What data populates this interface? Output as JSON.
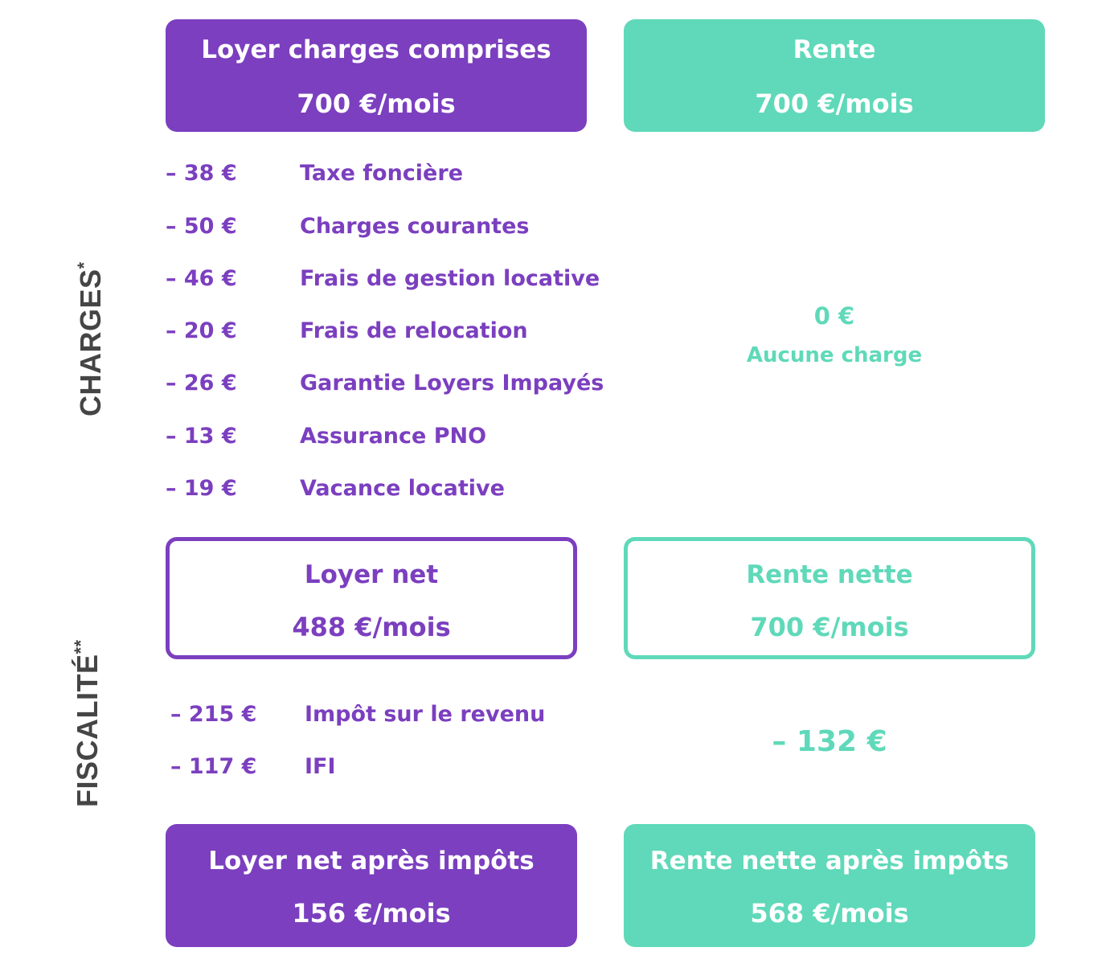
{
  "top": {
    "left": {
      "title": "Loyer charges comprises",
      "value": "700 €/mois"
    },
    "right": {
      "title": "Rente",
      "value": "700 €/mois"
    }
  },
  "charges": {
    "label": "CHARGES",
    "label_mark": "*",
    "items": [
      {
        "amount": "– 38 €",
        "label": "Taxe foncière"
      },
      {
        "amount": "– 50 €",
        "label": "Charges courantes"
      },
      {
        "amount": "– 46 €",
        "label": "Frais de gestion locative"
      },
      {
        "amount": "– 20 €",
        "label": "Frais de relocation"
      },
      {
        "amount": "– 26 €",
        "label": "Garantie Loyers Impayés"
      },
      {
        "amount": "– 13 €",
        "label": "Assurance PNO"
      },
      {
        "amount": "– 19 €",
        "label": "Vacance locative"
      }
    ],
    "right_amount": "0 €",
    "right_label": "Aucune charge"
  },
  "net": {
    "left": {
      "title": "Loyer net",
      "value": "488 €/mois"
    },
    "right": {
      "title": "Rente nette",
      "value": "700 €/mois"
    }
  },
  "fiscalite": {
    "label": "FISCALITÉ",
    "label_mark": "**",
    "items": [
      {
        "amount": "– 215 €",
        "label": "Impôt sur le revenu"
      },
      {
        "amount": "– 117 €",
        "label": "IFI"
      }
    ],
    "right_amount": "– 132 €"
  },
  "after_tax": {
    "left": {
      "title": "Loyer net après impôts",
      "value": "156 €/mois"
    },
    "right": {
      "title": "Rente nette après impôts",
      "value": "568 €/mois"
    }
  },
  "colors": {
    "purple": "#7b3fbf",
    "teal": "#5fd9b9",
    "side_label": "#454545"
  }
}
